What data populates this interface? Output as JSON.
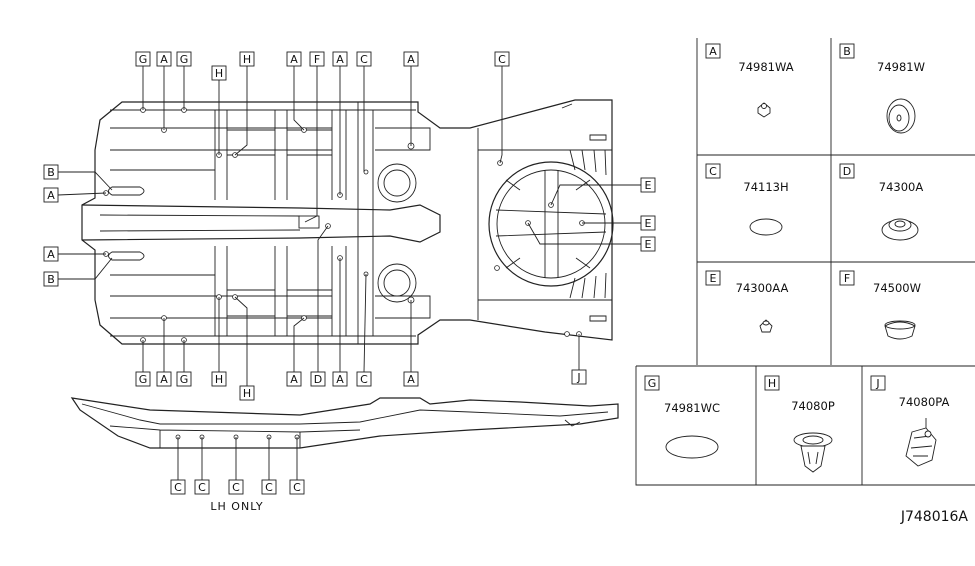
{
  "callouts": {
    "top_row": [
      "G",
      "A",
      "G",
      "H",
      "H",
      "A",
      "F",
      "A",
      "C",
      "A",
      "C"
    ],
    "bottom_row": [
      "G",
      "A",
      "G",
      "H",
      "H",
      "A",
      "D",
      "A",
      "C",
      "A",
      "J"
    ],
    "left_side": [
      "B",
      "A",
      "A",
      "B"
    ],
    "right_side": [
      "E",
      "E",
      "E"
    ],
    "lower_row": [
      "C",
      "C",
      "C",
      "C",
      "C"
    ]
  },
  "note": "LH ONLY",
  "parts": [
    {
      "key": "A",
      "number": "74981WA"
    },
    {
      "key": "B",
      "number": "74981W"
    },
    {
      "key": "C",
      "number": "74113H"
    },
    {
      "key": "D",
      "number": "74300A"
    },
    {
      "key": "E",
      "number": "74300AA"
    },
    {
      "key": "F",
      "number": "74500W"
    },
    {
      "key": "G",
      "number": "74981WC"
    },
    {
      "key": "H",
      "number": "74080P"
    },
    {
      "key": "J",
      "number": "74080PA"
    }
  ],
  "diagram_id": "J748016A"
}
